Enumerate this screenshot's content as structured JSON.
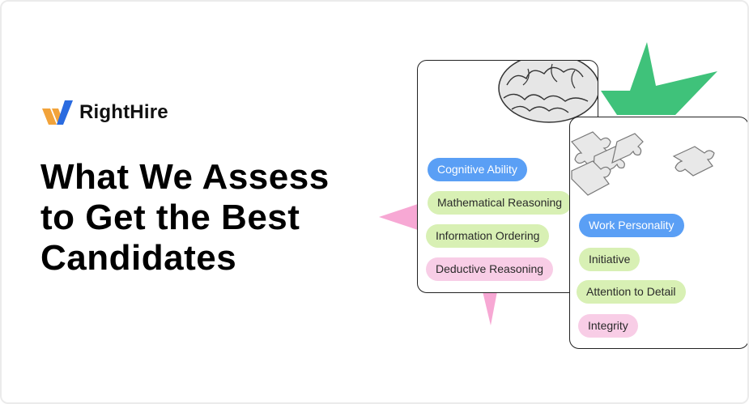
{
  "brand": {
    "name": "RightHire",
    "accent_orange": "#f2a33a",
    "accent_blue": "#2a6be0"
  },
  "headline": {
    "line1": "What We Assess",
    "line2": "to Get the Best",
    "line3": "Candidates"
  },
  "card_cognitive": {
    "items": [
      {
        "label": "Cognitive Ability",
        "style": "blue"
      },
      {
        "label": "Mathematical Reasoning",
        "style": "green"
      },
      {
        "label": "Information Ordering",
        "style": "green"
      },
      {
        "label": "Deductive Reasoning",
        "style": "pink"
      }
    ]
  },
  "card_personality": {
    "items": [
      {
        "label": "Work Personality",
        "style": "blue"
      },
      {
        "label": "Initiative",
        "style": "green"
      },
      {
        "label": "Attention to Detail",
        "style": "green"
      },
      {
        "label": "Integrity",
        "style": "pink"
      }
    ]
  },
  "colors": {
    "pill_blue": "#5a9ff5",
    "pill_green": "#d8f0b4",
    "pill_pink": "#f8cde6",
    "star_green": "#3fc27a",
    "star_pink": "#f7a8d4"
  },
  "icons": [
    "righthire-logo-icon",
    "brain-illustration",
    "puzzle-illustration"
  ]
}
